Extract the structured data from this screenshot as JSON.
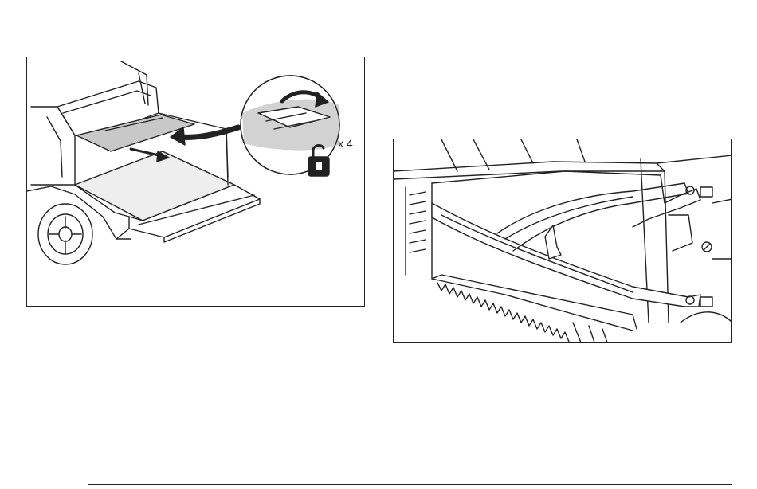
{
  "figures": {
    "left": {
      "count_label": "x 4",
      "icons": [
        "truck-bed-illustration",
        "arrow-icon",
        "curved-arrow-icon",
        "unlock-icon"
      ]
    },
    "right": {
      "icons": [
        "cargo-bed-divider-illustration"
      ]
    }
  },
  "colors": {
    "line": "#222222",
    "shade": "#c8c8c8"
  }
}
